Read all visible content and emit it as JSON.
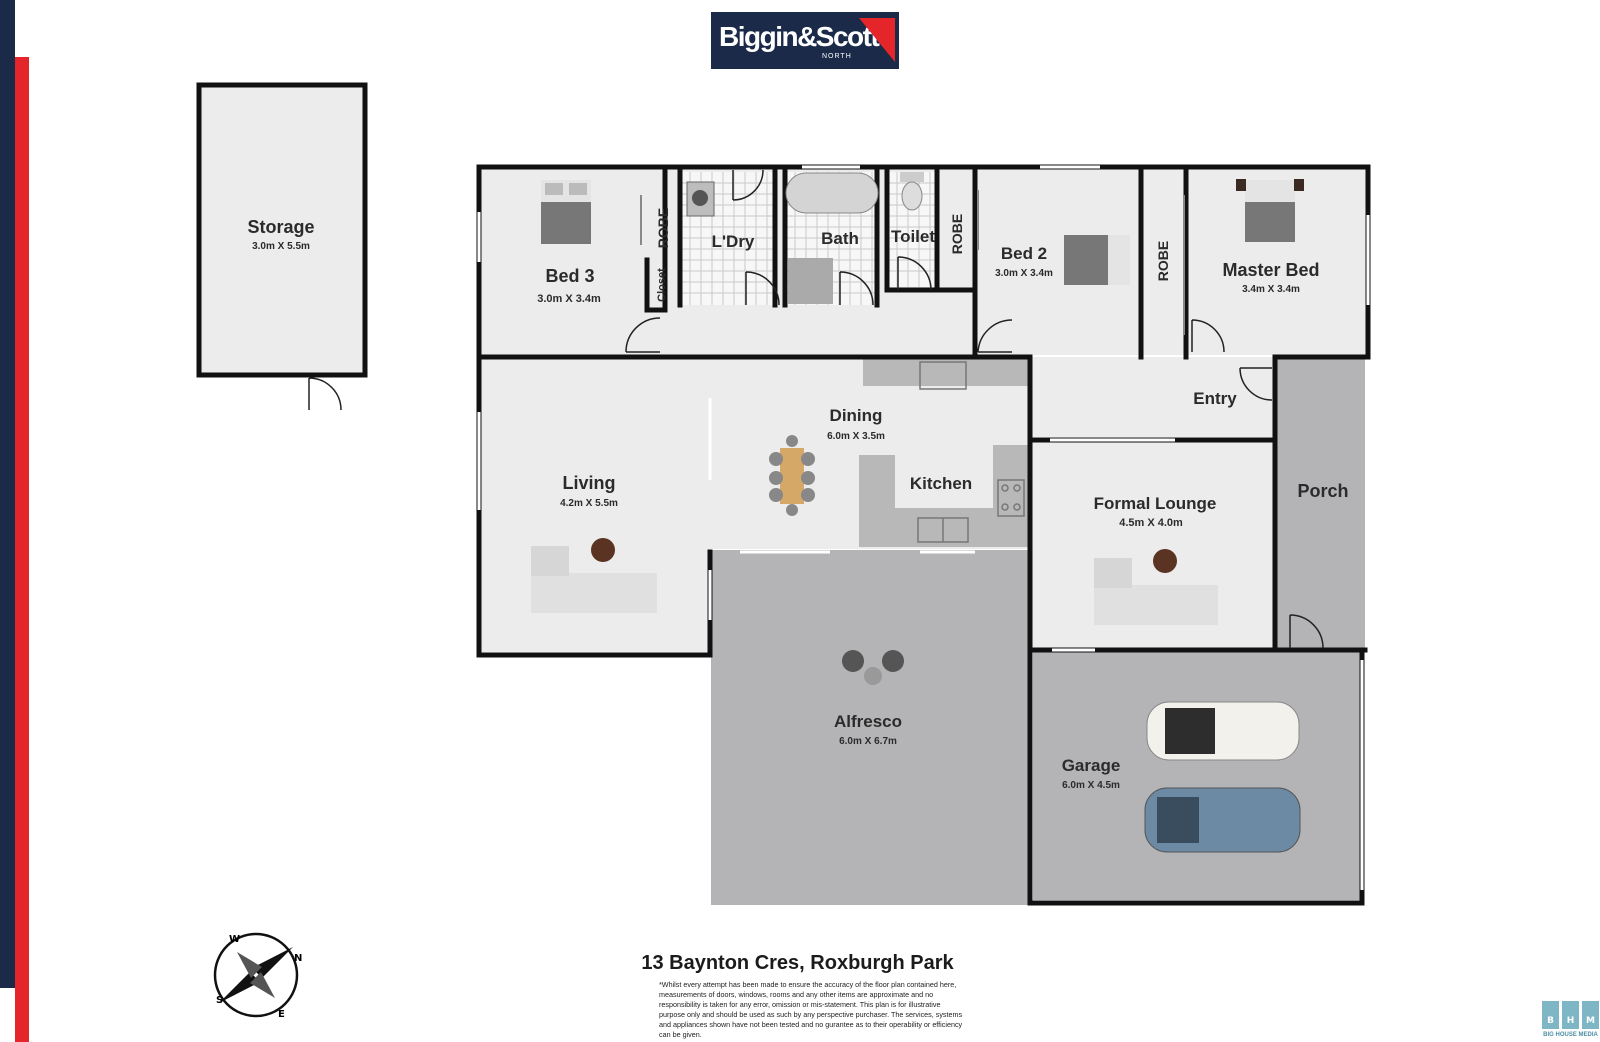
{
  "brand": {
    "name": "Biggin&Scott",
    "sub": "NORTH",
    "navy": "#1a2a48",
    "red": "#e4262a"
  },
  "rooms": {
    "storage": {
      "name": "Storage",
      "dim": "3.0m X 5.5m"
    },
    "bed3": {
      "name": "Bed 3",
      "dim": "3.0m X 3.4m"
    },
    "robe1": {
      "name": "ROBE"
    },
    "closet": {
      "name": "Closet"
    },
    "laundry": {
      "name": "L'Dry"
    },
    "bath": {
      "name": "Bath"
    },
    "toilet": {
      "name": "Toilet"
    },
    "robe2": {
      "name": "ROBE"
    },
    "bed2": {
      "name": "Bed 2",
      "dim": "3.0m X 3.4m"
    },
    "robe3": {
      "name": "ROBE"
    },
    "master": {
      "name": "Master Bed",
      "dim": "3.4m X 3.4m"
    },
    "living": {
      "name": "Living",
      "dim": "4.2m X 5.5m"
    },
    "dining": {
      "name": "Dining",
      "dim": "6.0m X 3.5m"
    },
    "kitchen": {
      "name": "Kitchen"
    },
    "entry": {
      "name": "Entry"
    },
    "formal": {
      "name": "Formal Lounge",
      "dim": "4.5m X 4.0m"
    },
    "porch": {
      "name": "Porch"
    },
    "alfresco": {
      "name": "Alfresco",
      "dim": "6.0m X 6.7m"
    },
    "garage": {
      "name": "Garage",
      "dim": "6.0m X 4.5m"
    }
  },
  "compass": {
    "n": "N",
    "e": "E",
    "s": "S",
    "w": "W"
  },
  "address": "13 Baynton Cres, Roxburgh Park",
  "disclaimer": "*Whilst every attempt has been made to ensure the accuracy of the floor plan contained here, measurements of doors, windows, rooms and any other items are approximate and no responsibility is taken for any error, omission or mis-statement. This plan is for illustrative purpose only and should be used as such by any perspective purchaser. The services, systems and appliances shown have not been tested and no gurantee as to their operability or efficiency can be given.",
  "credit": {
    "letters": [
      "B",
      "H",
      "M"
    ],
    "label": "BIG HOUSE MEDIA"
  }
}
